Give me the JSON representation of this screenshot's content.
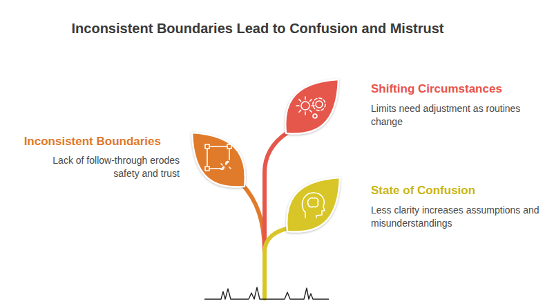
{
  "diagram": {
    "title": "Inconsistent Boundaries Lead to Confusion and Mistrust",
    "nodes": [
      {
        "text": [
          "Shifting Circumstances",
          "Limits need adjustment as routines change"
        ]
      },
      {
        "text": [
          "Inconsistent Boundaries",
          "Lack of follow-through erodes safety and trust"
        ]
      },
      {
        "text": [
          "State of Confusion",
          "Less clarity increases assumptions and misunderstandings"
        ]
      }
    ]
  }
}
